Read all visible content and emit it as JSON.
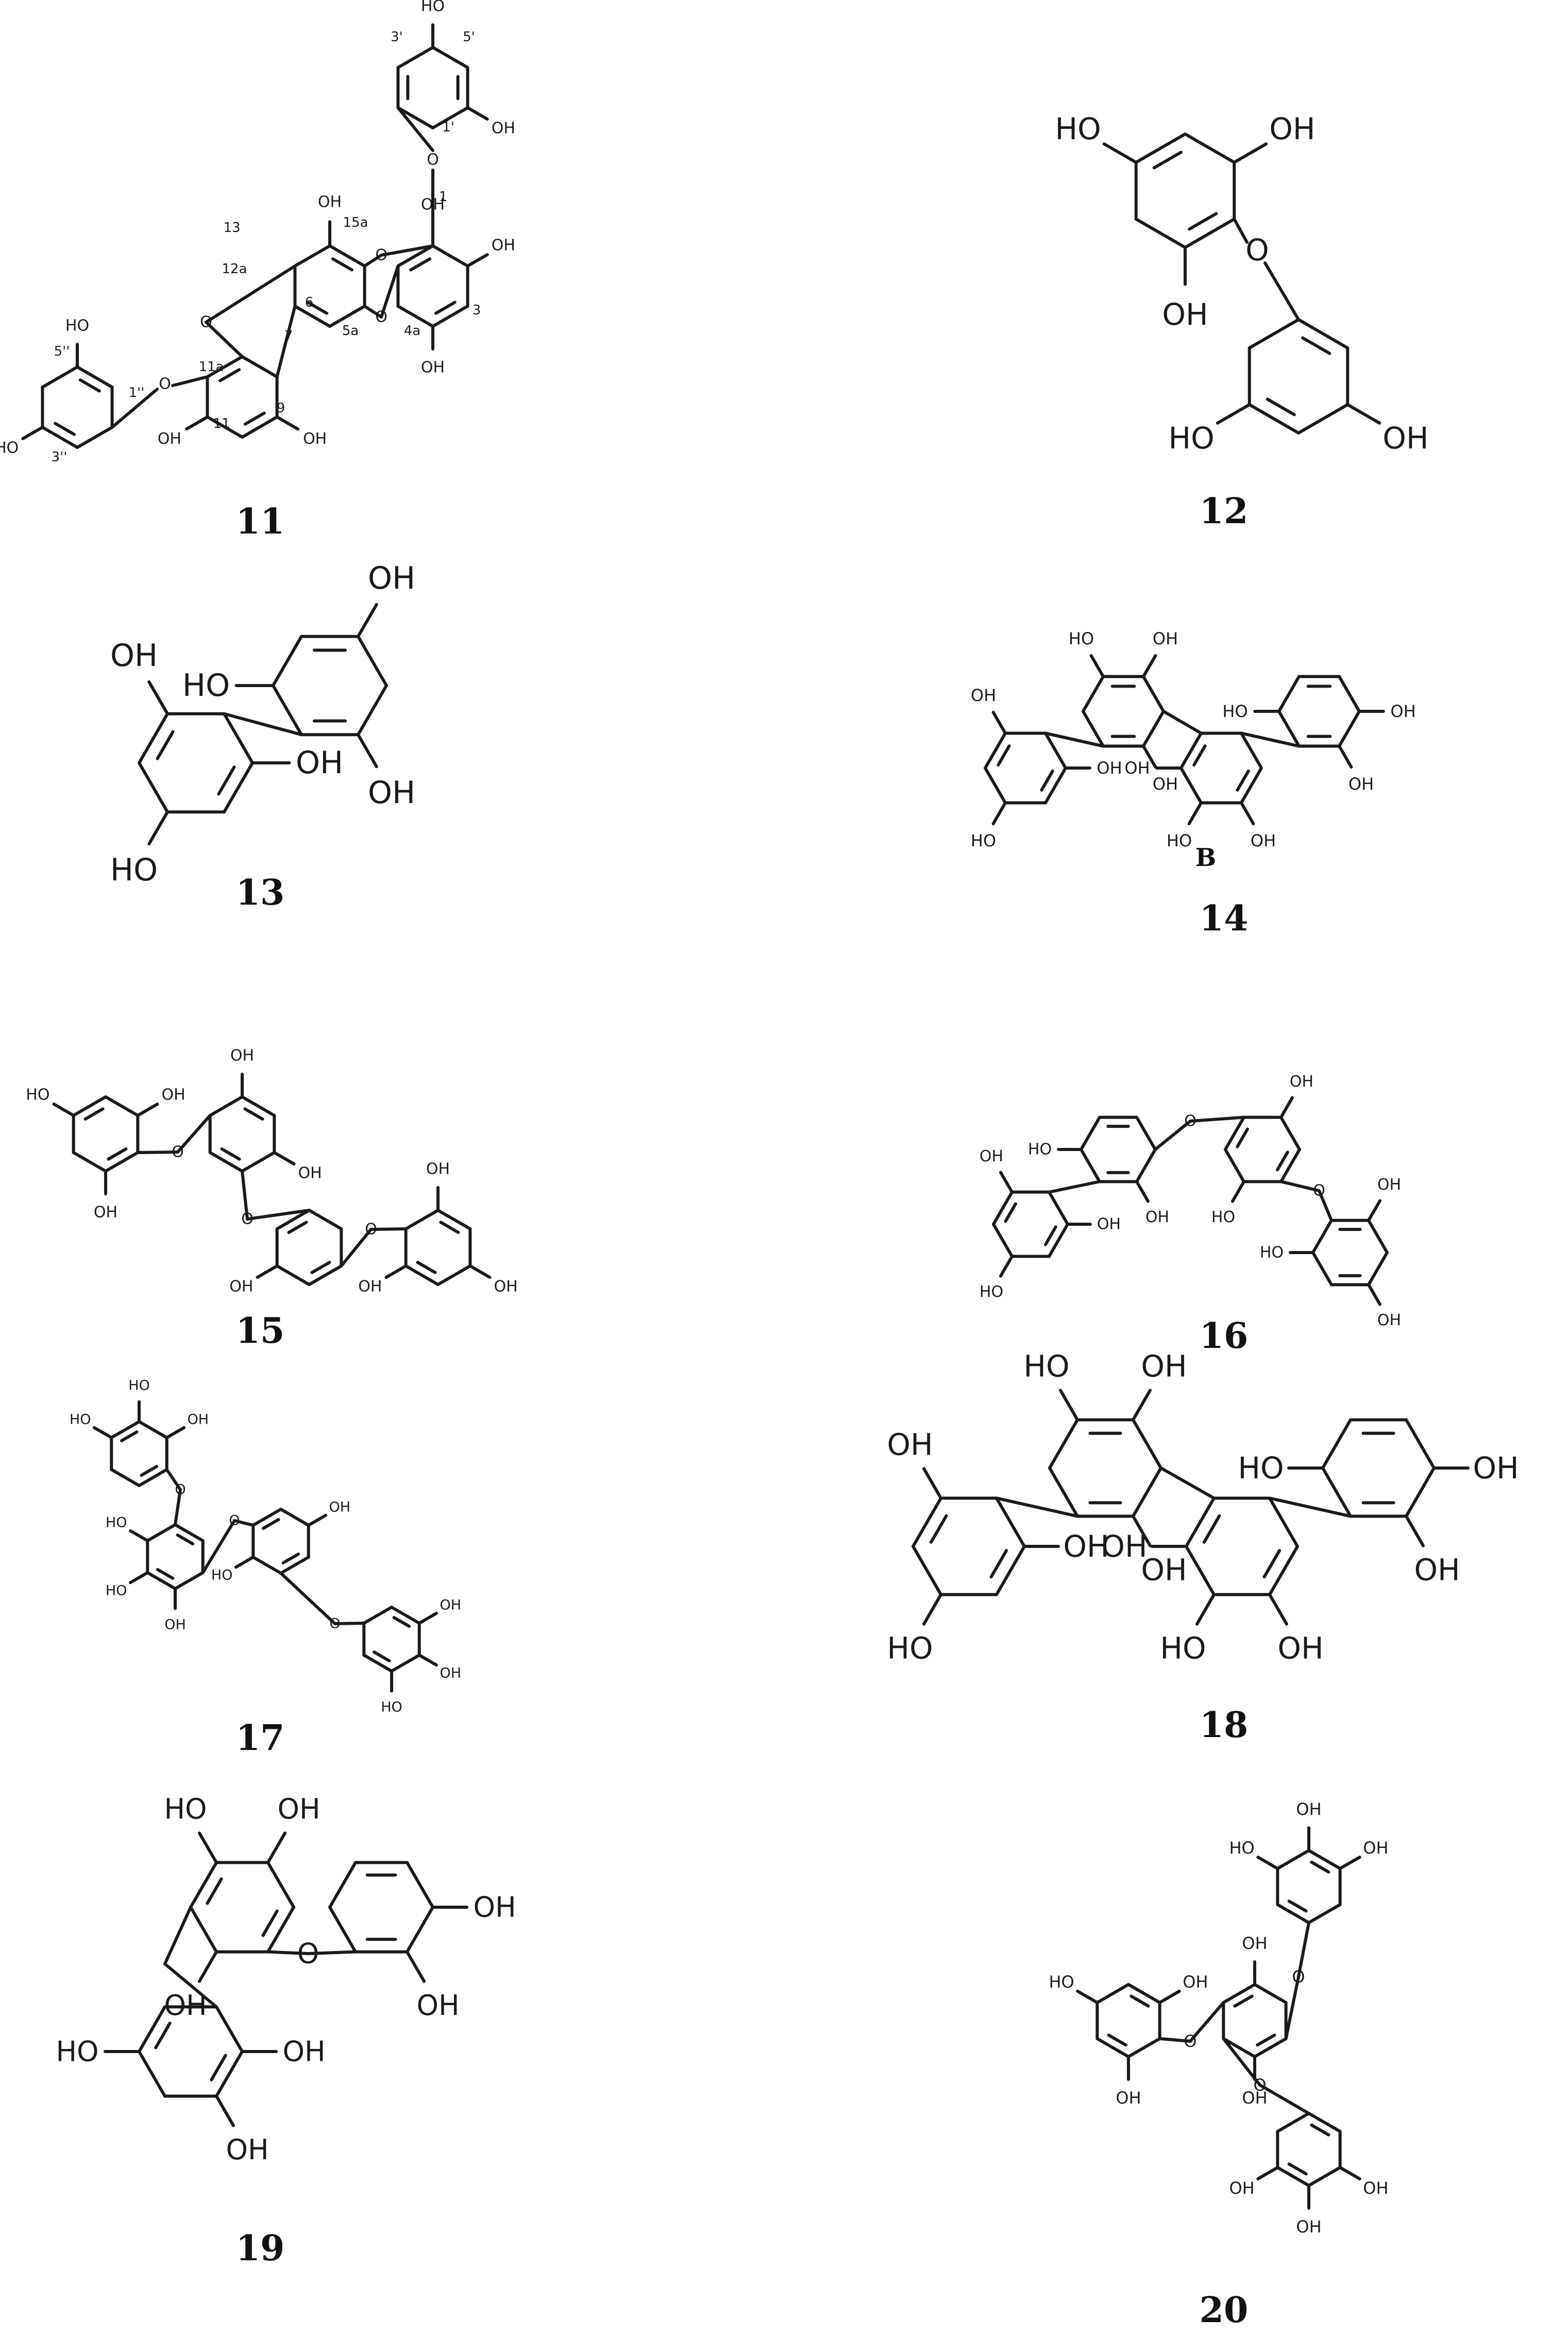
{
  "groups": {
    "oh": "OH",
    "ho": "HO",
    "o": "O"
  },
  "extra_label": "B",
  "locants_11": [
    "1",
    "3",
    "4a",
    "5a",
    "6",
    "7",
    "9",
    "11",
    "11a",
    "12a",
    "13",
    "15a",
    "1'",
    "3'",
    "5'",
    "1''",
    "3''",
    "5''"
  ],
  "compounds": [
    {
      "number": "11"
    },
    {
      "number": "12"
    },
    {
      "number": "13"
    },
    {
      "number": "14"
    },
    {
      "number": "15"
    },
    {
      "number": "16"
    },
    {
      "number": "17"
    },
    {
      "number": "18"
    },
    {
      "number": "19"
    },
    {
      "number": "20"
    }
  ]
}
